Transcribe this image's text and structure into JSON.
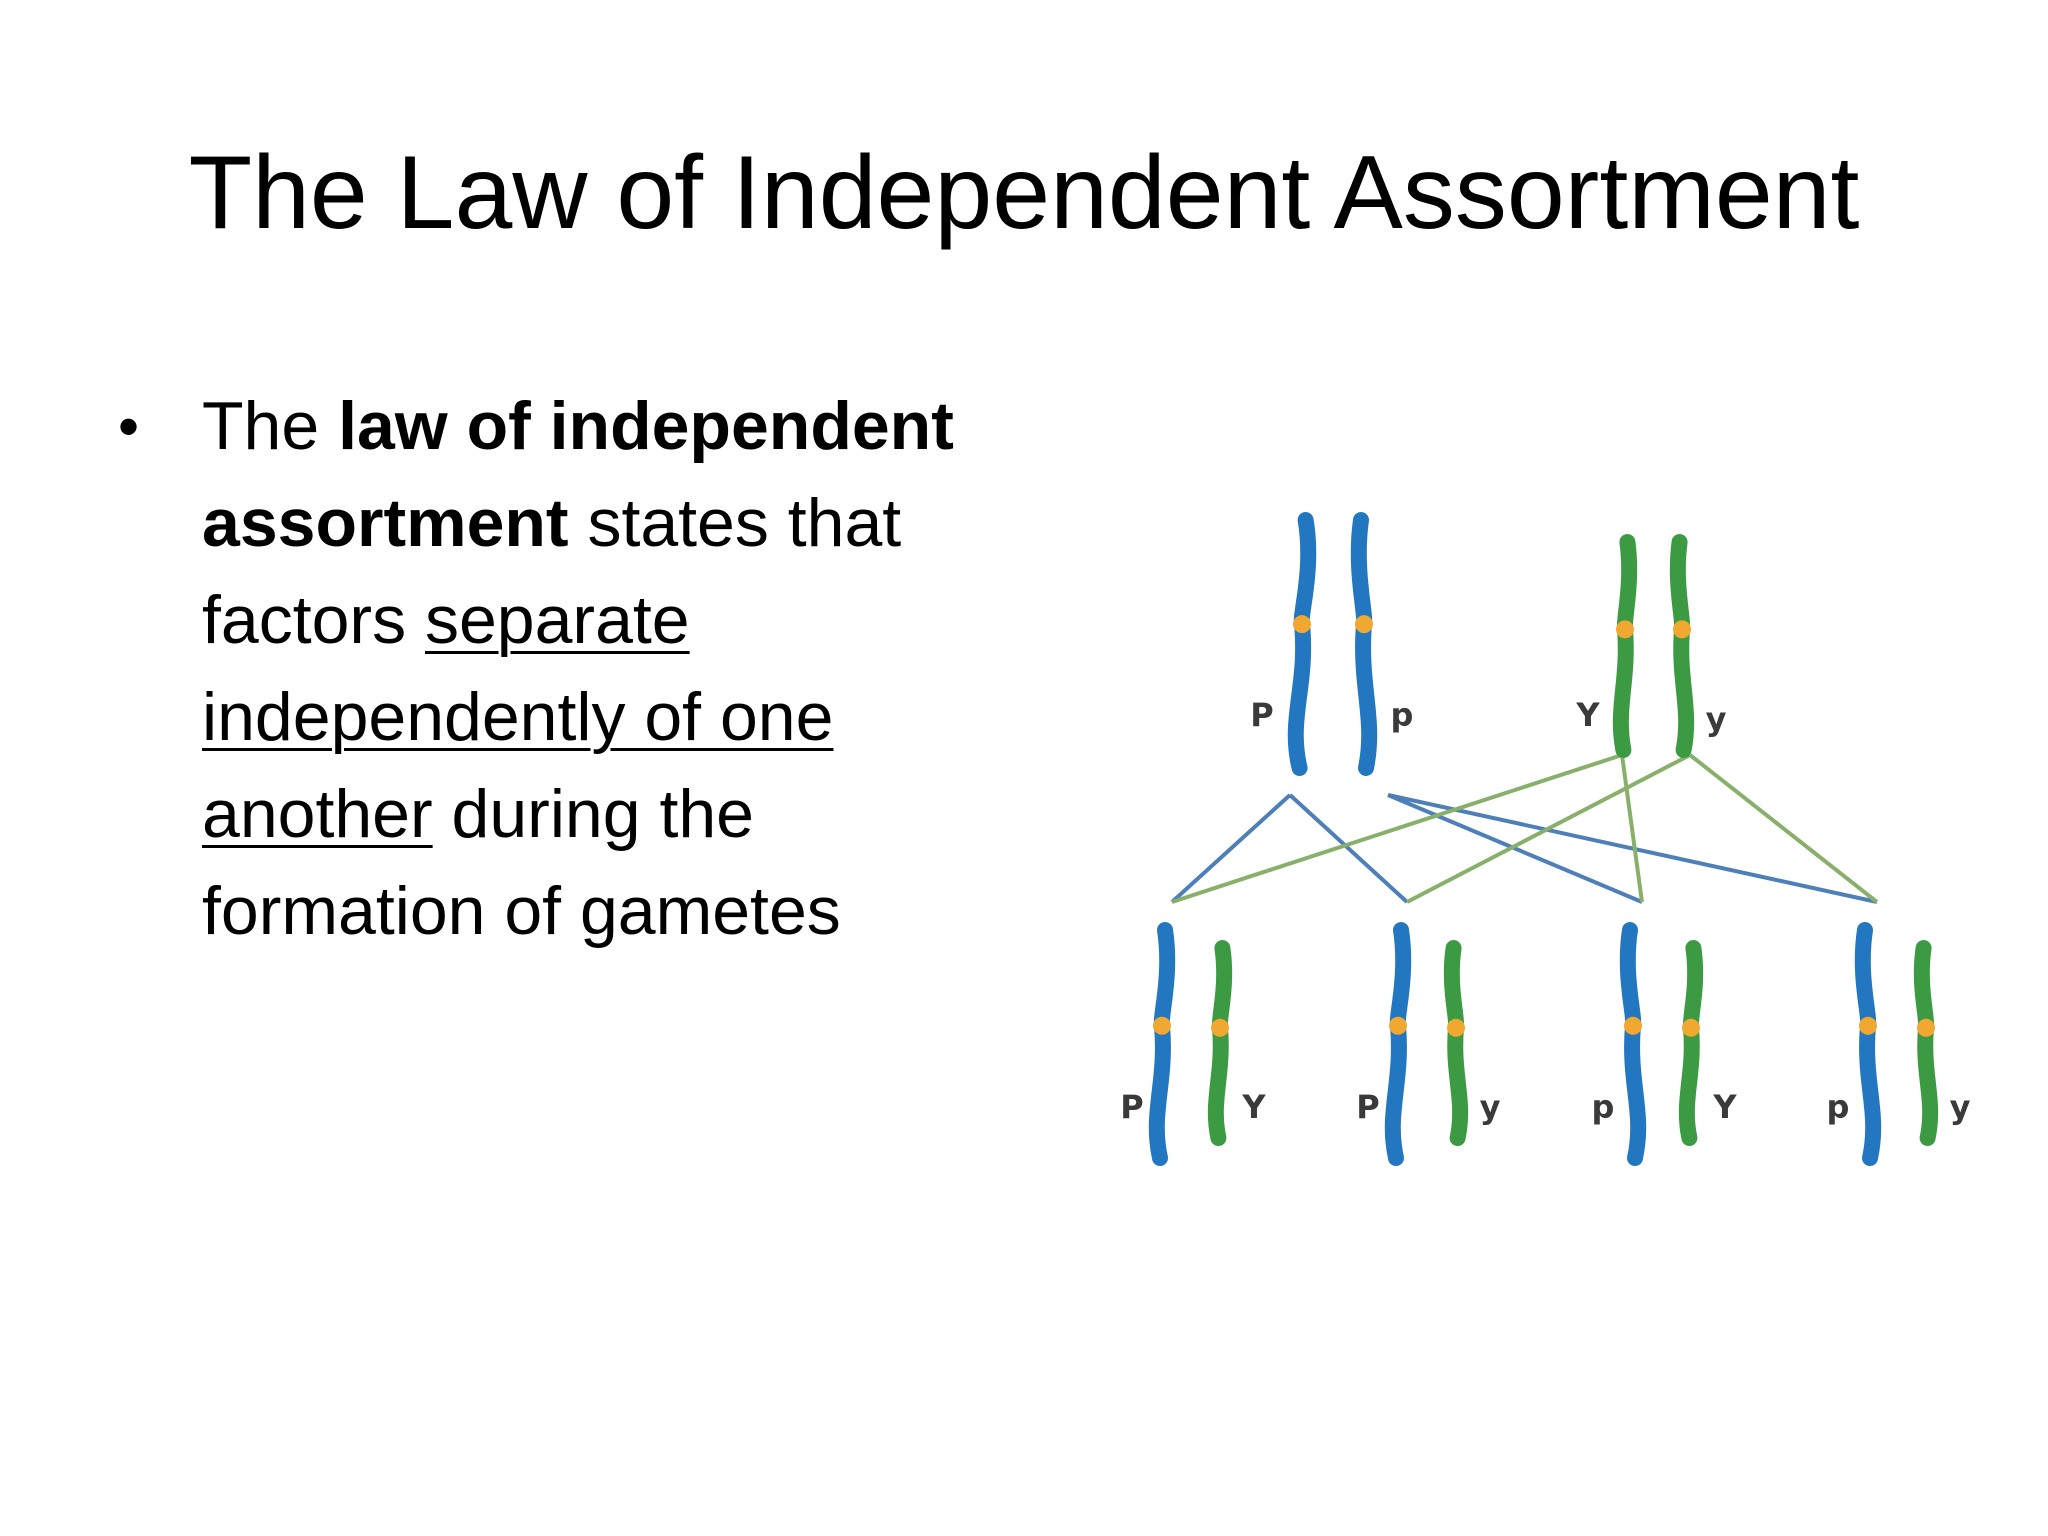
{
  "slide": {
    "title": "The Law of Independent Assortment",
    "bullet": {
      "marker": "•",
      "parts": {
        "p1": "The ",
        "p2": "law of independent assortment",
        "p3": " states that factors ",
        "p4": "separate independently of one another",
        "p5": " during the formation of gametes"
      }
    }
  },
  "diagram": {
    "parent_labels": [
      "P",
      "p",
      "Y",
      "y"
    ],
    "gamete_labels": [
      [
        "P",
        "Y"
      ],
      [
        "P",
        "y"
      ],
      [
        "p",
        "Y"
      ],
      [
        "p",
        "y"
      ]
    ],
    "colors": {
      "blue_chromosome": "#2277c0",
      "green_chromosome": "#3c9a43",
      "centromere": "#f0a830",
      "blue_line": "#4d7fb8",
      "green_line": "#88b06a"
    }
  }
}
